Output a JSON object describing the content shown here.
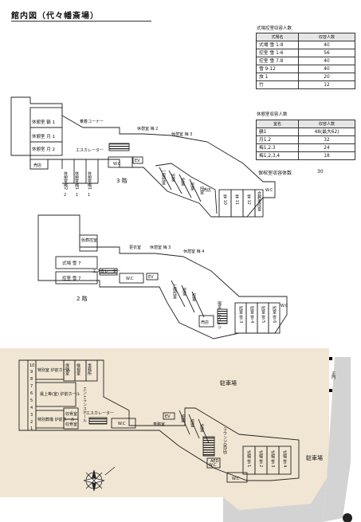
{
  "title": "館内図（代々幡斎場）",
  "capacity_table_1": {
    "caption": "式場控室収容人数",
    "headers": [
      "式場名",
      "収容人数"
    ],
    "rows": [
      [
        "式場 雪 1-8",
        "40"
      ],
      [
        "控室 雪 1-6",
        "56"
      ],
      [
        "控室 雪 7.8",
        "40"
      ],
      [
        "雪 9-12",
        "40"
      ],
      [
        "旅 1",
        "20"
      ],
      [
        "竹",
        "12"
      ]
    ]
  },
  "capacity_table_2": {
    "caption": "休憩室収容人数",
    "headers": [
      "室名",
      "収容人数"
    ],
    "rows": [
      [
        "鶴1",
        "48(最大62)"
      ],
      [
        "月1.2",
        "32"
      ],
      [
        "梅1,2.3",
        "24"
      ],
      [
        "梅1,2,3,4",
        "18"
      ]
    ]
  },
  "childcare_capacity": {
    "label": "保棺室収容体数",
    "value": "30"
  },
  "floor3": {
    "floor_label": "3 階",
    "rooms": {
      "rest_tsuru1": "休憩室 鶴 1",
      "rest_tsuki1": "休憩室 月 1",
      "rest_tsuki2": "休憩室 月 2",
      "shop": "売店",
      "rest_ume2_v": "休憩室梅2",
      "rest_ume2_v_n": "2",
      "rest_ume1_v": "休憩室梅1",
      "rest_ume1_v_n": "1",
      "rest_ume1_v2": "休憩室梅1",
      "rest_ume1_v2_n": "1",
      "wc": "W.C",
      "ev": "EV",
      "escalator": "エスカレーター",
      "corner": "乗着コーナー",
      "rest_ume2": "休憩室 梅 2",
      "rest_ume3": "休憩室 梅 3",
      "slant_a": "一般控室",
      "slant_b": "控室",
      "slant_c": "控室",
      "slant_d": "控室",
      "slant_e": "控室",
      "shop2": "売店",
      "yuki10": "雪 10",
      "yuki11": "雪 11",
      "yuki12": "雪 12",
      "kaisou": "会葬者控室",
      "wc2": "W.C"
    }
  },
  "floor2": {
    "floor_label": "2 階",
    "rooms": {
      "kosou": "仮葬控室",
      "shiki7": "式場 雪 7",
      "hikae7": "控室 雪 7",
      "escalator": "エスカレーター",
      "wc": "W.C",
      "ev": "EV",
      "kouishitsu": "更衣室",
      "rest_ume3": "休憩室 梅 3",
      "rest_ume4": "休憩室 梅 4",
      "slant_a": "一般控室",
      "slant_b": "控室",
      "slant_c": "控室",
      "shop": "売店",
      "lounge": "喫茶・ラウンジ",
      "hikae3": "控室 雪 3",
      "hikae4": "控室 雪 4",
      "hikae5": "控室 雪 5",
      "hikae6": "控室 雪 6",
      "wc2": "W.C"
    }
  },
  "floor1": {
    "rooms": {
      "tokubetsu_hall": "特別室 炉前ホール",
      "hoyou": "保管室",
      "kenshi": "検視室",
      "jimusho": "事務所",
      "saijoutou": "最上等(室) 炉前ホール",
      "entrance_hall": "エントランスホール",
      "tokubetsu_kenso": "特別葬儀 炉前ホール",
      "shushitsu": "収骨室",
      "shuukotsu": "収骨室",
      "escalator": "エスカレーター",
      "wc": "W.C",
      "ev": "EV",
      "shamusho": "車務室",
      "slant_a": "控室",
      "slant_b": "控室",
      "slant_c": "控室",
      "lounge": "ラウンジ(売店)",
      "aed": "AED",
      "shiki1": "式場 雪 1",
      "shiki2": "式場 雪 2",
      "shiki3": "式場 雪 3",
      "shiki4": "式場 雪 4",
      "wc2": "W.C",
      "wc3": "W.C"
    },
    "parking_label": "駐車場",
    "parking_label_2": "駐車場",
    "gate_label": "正門"
  },
  "floor_left_numbers": [
    "10",
    "9",
    "8",
    "7",
    "6",
    "5",
    "4",
    "3",
    "2",
    "1"
  ],
  "colors": {
    "ground": "#f1e6d3",
    "road": "#d3d3d3",
    "wall": "#222222"
  }
}
